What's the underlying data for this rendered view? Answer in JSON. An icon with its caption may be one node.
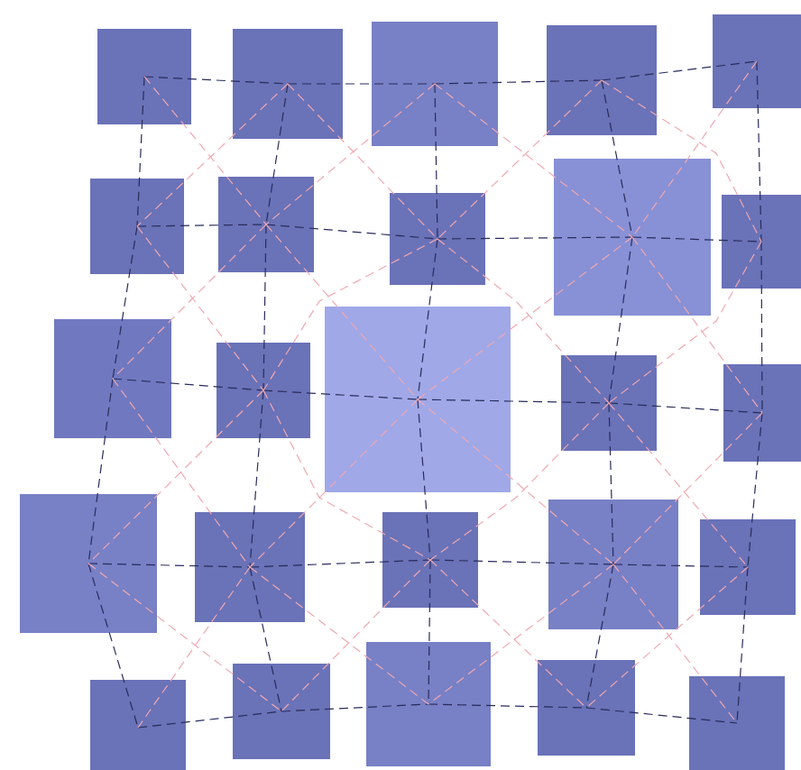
{
  "diagram": {
    "nodes": [
      {
        "text": [],
        "shape": "box"
      },
      {
        "text": [],
        "shape": "box"
      },
      {
        "text": [],
        "shape": "box"
      },
      {
        "text": [],
        "shape": "box"
      },
      {
        "text": [],
        "shape": "box"
      },
      {
        "text": [],
        "shape": "box"
      },
      {
        "text": [],
        "shape": "box"
      },
      {
        "text": [],
        "shape": "box"
      },
      {
        "text": [],
        "shape": "box"
      },
      {
        "text": [],
        "shape": "box"
      },
      {
        "text": [],
        "shape": "box"
      },
      {
        "text": [],
        "shape": "box"
      },
      {
        "text": [],
        "shape": "box"
      },
      {
        "text": [],
        "shape": "box"
      },
      {
        "text": [],
        "shape": "box"
      },
      {
        "text": [],
        "shape": "box"
      },
      {
        "text": [],
        "shape": "box"
      },
      {
        "text": [],
        "shape": "box"
      },
      {
        "text": [],
        "shape": "box"
      },
      {
        "text": [],
        "shape": "box"
      },
      {
        "text": [],
        "shape": "box"
      },
      {
        "text": [],
        "shape": "box"
      },
      {
        "text": [],
        "shape": "box"
      },
      {
        "text": [],
        "shape": "box"
      },
      {
        "text": [],
        "shape": "box"
      }
    ],
    "edges": [
      {
        "from": 0,
        "to": 1,
        "arrow": "none",
        "style": "dashed"
      },
      {
        "from": 1,
        "to": 2,
        "arrow": "none",
        "style": "dashed"
      },
      {
        "from": 2,
        "to": 3,
        "arrow": "none",
        "style": "dashed"
      },
      {
        "from": 3,
        "to": 4,
        "arrow": "none",
        "style": "dashed"
      },
      {
        "from": 5,
        "to": 6,
        "arrow": "none",
        "style": "dashed"
      },
      {
        "from": 6,
        "to": 7,
        "arrow": "none",
        "style": "dashed"
      },
      {
        "from": 7,
        "to": 8,
        "arrow": "none",
        "style": "dashed"
      },
      {
        "from": 8,
        "to": 9,
        "arrow": "none",
        "style": "dashed"
      },
      {
        "from": 10,
        "to": 11,
        "arrow": "none",
        "style": "dashed"
      },
      {
        "from": 11,
        "to": 12,
        "arrow": "none",
        "style": "dashed"
      },
      {
        "from": 12,
        "to": 13,
        "arrow": "none",
        "style": "dashed"
      },
      {
        "from": 13,
        "to": 14,
        "arrow": "none",
        "style": "dashed"
      },
      {
        "from": 15,
        "to": 16,
        "arrow": "none",
        "style": "dashed"
      },
      {
        "from": 16,
        "to": 17,
        "arrow": "none",
        "style": "dashed"
      },
      {
        "from": 17,
        "to": 18,
        "arrow": "none",
        "style": "dashed"
      },
      {
        "from": 18,
        "to": 19,
        "arrow": "none",
        "style": "dashed"
      },
      {
        "from": 20,
        "to": 21,
        "arrow": "none",
        "style": "dashed"
      },
      {
        "from": 21,
        "to": 22,
        "arrow": "none",
        "style": "dashed"
      },
      {
        "from": 22,
        "to": 23,
        "arrow": "none",
        "style": "dashed"
      },
      {
        "from": 23,
        "to": 24,
        "arrow": "none",
        "style": "dashed"
      },
      {
        "from": 0,
        "to": 5,
        "arrow": "none",
        "style": "dashed"
      },
      {
        "from": 5,
        "to": 10,
        "arrow": "none",
        "style": "dashed"
      },
      {
        "from": 10,
        "to": 15,
        "arrow": "none",
        "style": "dashed"
      },
      {
        "from": 15,
        "to": 20,
        "arrow": "none",
        "style": "dashed"
      },
      {
        "from": 1,
        "to": 6,
        "arrow": "none",
        "style": "dashed"
      },
      {
        "from": 6,
        "to": 11,
        "arrow": "none",
        "style": "dashed"
      },
      {
        "from": 11,
        "to": 16,
        "arrow": "none",
        "style": "dashed"
      },
      {
        "from": 16,
        "to": 21,
        "arrow": "none",
        "style": "dashed"
      },
      {
        "from": 2,
        "to": 7,
        "arrow": "none",
        "style": "dashed"
      },
      {
        "from": 7,
        "to": 12,
        "arrow": "none",
        "style": "dashed"
      },
      {
        "from": 12,
        "to": 17,
        "arrow": "none",
        "style": "dashed"
      },
      {
        "from": 17,
        "to": 22,
        "arrow": "none",
        "style": "dashed"
      },
      {
        "from": 3,
        "to": 8,
        "arrow": "none",
        "style": "dashed"
      },
      {
        "from": 8,
        "to": 13,
        "arrow": "none",
        "style": "dashed"
      },
      {
        "from": 13,
        "to": 18,
        "arrow": "none",
        "style": "dashed"
      },
      {
        "from": 18,
        "to": 23,
        "arrow": "none",
        "style": "dashed"
      },
      {
        "from": 4,
        "to": 9,
        "arrow": "none",
        "style": "dashed"
      },
      {
        "from": 9,
        "to": 14,
        "arrow": "none",
        "style": "dashed"
      },
      {
        "from": 14,
        "to": 19,
        "arrow": "none",
        "style": "dashed"
      },
      {
        "from": 19,
        "to": 24,
        "arrow": "none",
        "style": "dashed"
      },
      {
        "from": 0,
        "to": 6,
        "arrow": "none",
        "style": "dashed",
        "color": "#f0a8b0"
      },
      {
        "from": 1,
        "to": 5,
        "arrow": "none",
        "style": "dashed",
        "color": "#f0a8b0"
      },
      {
        "from": 1,
        "to": 7,
        "arrow": "none",
        "style": "dashed",
        "color": "#f0a8b0"
      },
      {
        "from": 2,
        "to": 6,
        "arrow": "none",
        "style": "dashed",
        "color": "#f0a8b0"
      },
      {
        "from": 2,
        "to": 8,
        "arrow": "none",
        "style": "dashed",
        "color": "#f0a8b0"
      },
      {
        "from": 3,
        "to": 7,
        "arrow": "none",
        "style": "dashed",
        "color": "#f0a8b0"
      },
      {
        "from": 3,
        "to": 9,
        "arrow": "none",
        "style": "dashed",
        "color": "#f0a8b0"
      },
      {
        "from": 4,
        "to": 8,
        "arrow": "none",
        "style": "dashed",
        "color": "#f0a8b0"
      },
      {
        "from": 5,
        "to": 11,
        "arrow": "none",
        "style": "dashed",
        "color": "#f0a8b0"
      },
      {
        "from": 6,
        "to": 10,
        "arrow": "none",
        "style": "dashed",
        "color": "#f0a8b0"
      },
      {
        "from": 6,
        "to": 12,
        "arrow": "none",
        "style": "dashed",
        "color": "#f0a8b0"
      },
      {
        "from": 7,
        "to": 11,
        "arrow": "none",
        "style": "dashed",
        "color": "#f0a8b0"
      },
      {
        "from": 7,
        "to": 13,
        "arrow": "none",
        "style": "dashed",
        "color": "#f0a8b0"
      },
      {
        "from": 8,
        "to": 12,
        "arrow": "none",
        "style": "dashed",
        "color": "#f0a8b0"
      },
      {
        "from": 8,
        "to": 14,
        "arrow": "none",
        "style": "dashed",
        "color": "#f0a8b0"
      },
      {
        "from": 9,
        "to": 13,
        "arrow": "none",
        "style": "dashed",
        "color": "#f0a8b0"
      },
      {
        "from": 10,
        "to": 16,
        "arrow": "none",
        "style": "dashed",
        "color": "#f0a8b0"
      },
      {
        "from": 11,
        "to": 15,
        "arrow": "none",
        "style": "dashed",
        "color": "#f0a8b0"
      },
      {
        "from": 11,
        "to": 17,
        "arrow": "none",
        "style": "dashed",
        "color": "#f0a8b0"
      },
      {
        "from": 12,
        "to": 16,
        "arrow": "none",
        "style": "dashed",
        "color": "#f0a8b0"
      },
      {
        "from": 12,
        "to": 18,
        "arrow": "none",
        "style": "dashed",
        "color": "#f0a8b0"
      },
      {
        "from": 13,
        "to": 17,
        "arrow": "none",
        "style": "dashed",
        "color": "#f0a8b0"
      },
      {
        "from": 13,
        "to": 19,
        "arrow": "none",
        "style": "dashed",
        "color": "#f0a8b0"
      },
      {
        "from": 14,
        "to": 18,
        "arrow": "none",
        "style": "dashed",
        "color": "#f0a8b0"
      },
      {
        "from": 15,
        "to": 21,
        "arrow": "none",
        "style": "dashed",
        "color": "#f0a8b0"
      },
      {
        "from": 16,
        "to": 20,
        "arrow": "none",
        "style": "dashed",
        "color": "#f0a8b0"
      },
      {
        "from": 16,
        "to": 22,
        "arrow": "none",
        "style": "dashed",
        "color": "#f0a8b0"
      },
      {
        "from": 17,
        "to": 21,
        "arrow": "none",
        "style": "dashed",
        "color": "#f0a8b0"
      },
      {
        "from": 17,
        "to": 23,
        "arrow": "none",
        "style": "dashed",
        "color": "#f0a8b0"
      },
      {
        "from": 18,
        "to": 22,
        "arrow": "none",
        "style": "dashed",
        "color": "#f0a8b0"
      },
      {
        "from": 18,
        "to": 24,
        "arrow": "none",
        "style": "dashed",
        "color": "#f0a8b0"
      },
      {
        "from": 19,
        "to": 23,
        "arrow": "none",
        "style": "dashed",
        "color": "#f0a8b0"
      }
    ]
  }
}
